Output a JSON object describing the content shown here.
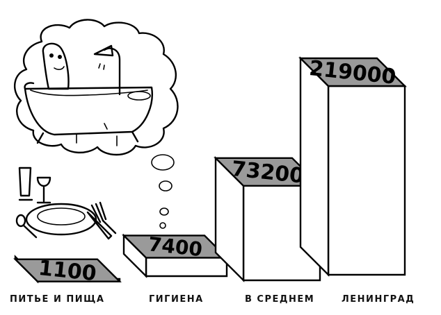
{
  "chart_data": {
    "type": "bar",
    "style": "pictorial 3D blocks, hand-drawn",
    "categories": [
      "ПИТЬЕ И ПИЩА",
      "ГИГИЕНА",
      "В СРЕДНЕМ",
      "ЛЕНИНГРАД"
    ],
    "values": [
      1100,
      7400,
      73200,
      219000
    ],
    "value_labels": [
      "1100",
      "7400",
      "73200",
      "219000"
    ],
    "grid": false,
    "legend": "none",
    "icons": [
      "bathtub-icon",
      "thought-bubble-icon",
      "glass-icon",
      "wine-glass-icon",
      "plate-icon",
      "fork-icon",
      "knife-icon",
      "spoon-icon"
    ],
    "colors": {
      "ink": "#000000",
      "background": "#ffffff"
    }
  }
}
